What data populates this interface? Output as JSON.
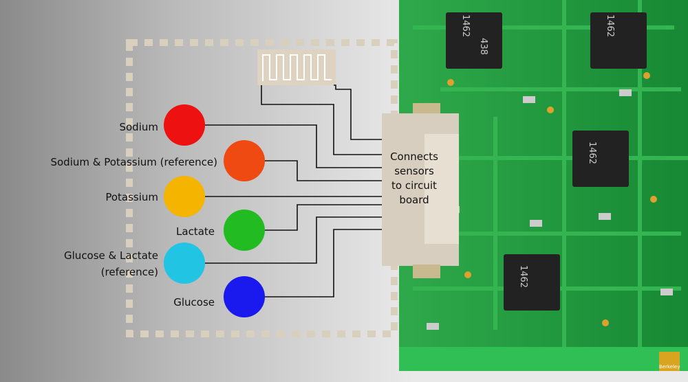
{
  "sensors": [
    {
      "label": "Sodium",
      "color": "#ee1111"
    },
    {
      "label": "Sodium & Potassium (reference)",
      "color": "#ee4a12"
    },
    {
      "label": "Potassium",
      "color": "#f5b400"
    },
    {
      "label": "Lactate",
      "color": "#22bb22"
    },
    {
      "label": "Glucose & Lactate",
      "label2": "(reference)",
      "color": "#22c4e4"
    },
    {
      "label": "Glucose",
      "color": "#1a1aee"
    }
  ],
  "connector": {
    "line1": "Connects",
    "line2": "sensors",
    "line3": "to circuit",
    "line4": "board"
  },
  "chips": {
    "marking1": "1462",
    "marking2": "438"
  },
  "logo": {
    "text": "Berkeley"
  },
  "colors": {
    "pcb": "#1f9a3c",
    "patch_border": "#d8cfbd",
    "connector": "#d7cebf"
  }
}
